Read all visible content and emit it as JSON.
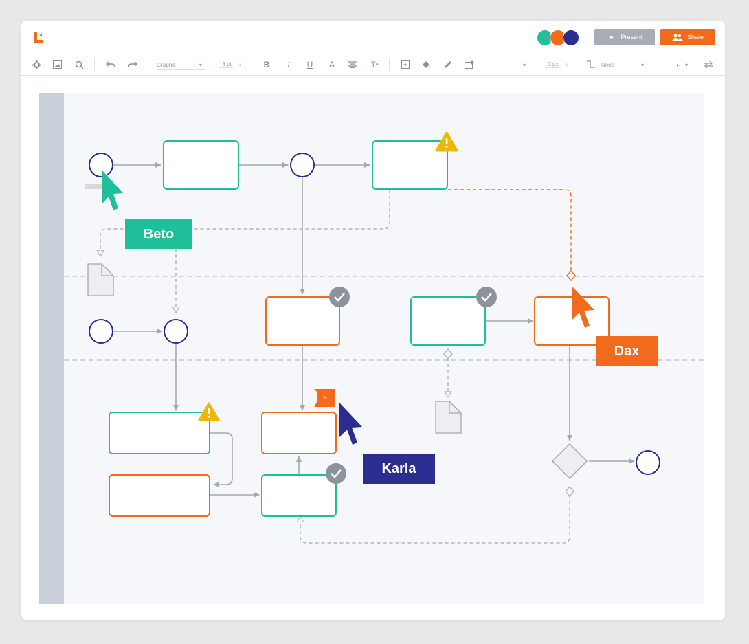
{
  "app": {
    "logo_icon": "lucid-logo-icon",
    "brand_color": "#f26a1b"
  },
  "header": {
    "avatars": [
      {
        "color": "#1fbf9a"
      },
      {
        "color": "#f26a1b"
      },
      {
        "color": "#2b2d8f"
      }
    ],
    "present_label": "Present",
    "share_label": "Share"
  },
  "toolbar": {
    "font_family": "Graphik",
    "font_size": "8 pt",
    "line_width": "3 px",
    "line_style": "None"
  },
  "diagram": {
    "collaborators": [
      {
        "name": "Beto",
        "color": "#1fbf9a"
      },
      {
        "name": "Dax",
        "color": "#f26a1b"
      },
      {
        "name": "Karla",
        "color": "#2b2d8f"
      }
    ],
    "colors": {
      "teal": "#1fbf9a",
      "orange": "#f26a1b",
      "navy": "#2b2d8f",
      "warning": "#f2b705",
      "check": "#8e939b",
      "connector": "#a4a9b1"
    }
  }
}
